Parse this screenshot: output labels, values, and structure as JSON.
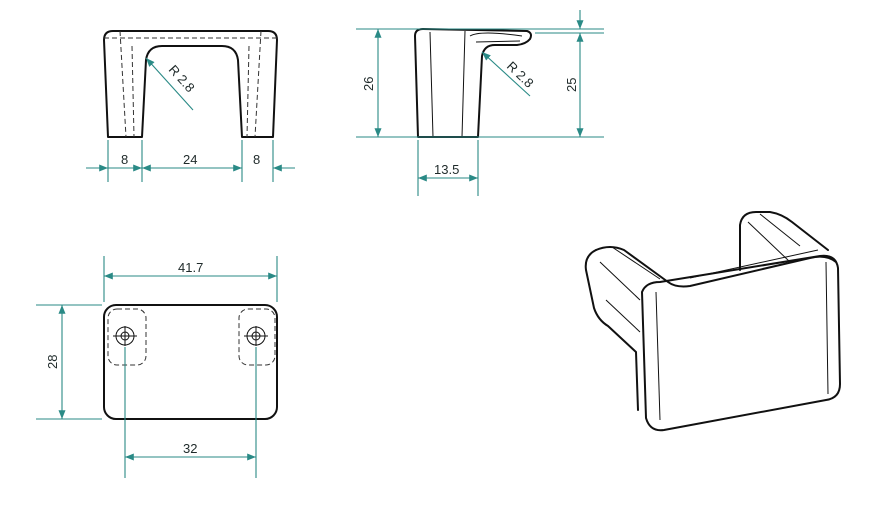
{
  "colors": {
    "dimension_line": "#2a8a86",
    "outline": "#111111",
    "background": "#ffffff"
  },
  "views": {
    "front": {
      "dims": {
        "left_leg": "8",
        "gap": "24",
        "right_leg": "8",
        "radius": "R 2.8"
      }
    },
    "side": {
      "dims": {
        "total_height": "26",
        "leg_height": "25",
        "depth": "13.5",
        "radius": "R 2.8"
      }
    },
    "top": {
      "dims": {
        "width": "41.7",
        "height": "28",
        "hole_spacing": "32"
      }
    },
    "iso": {}
  }
}
